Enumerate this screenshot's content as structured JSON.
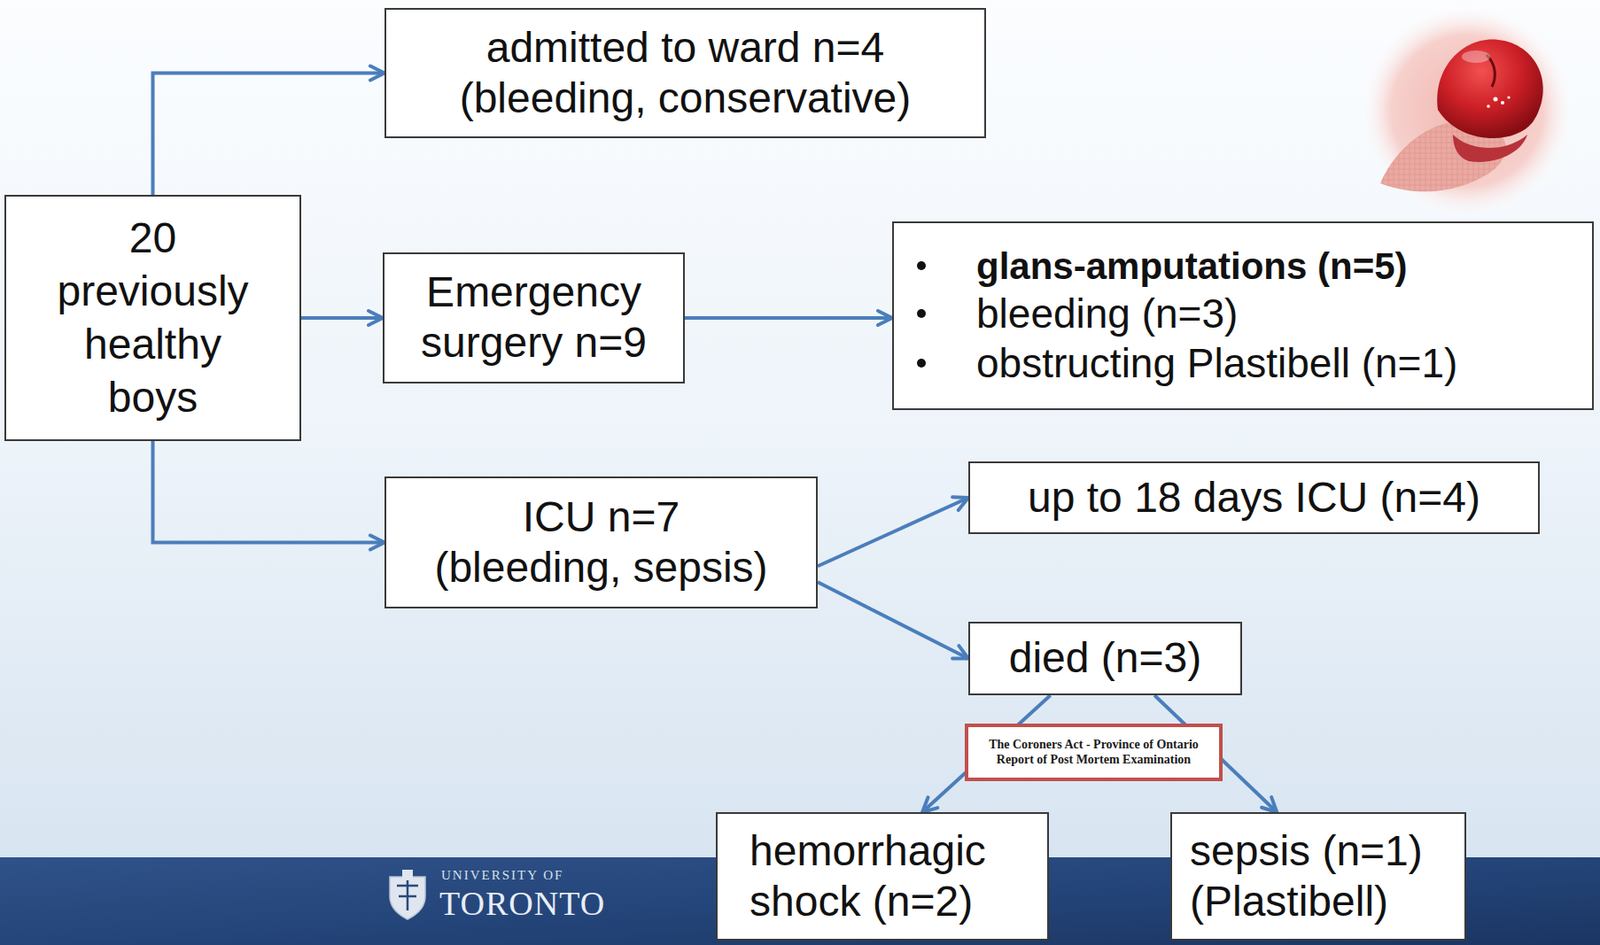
{
  "diagram": {
    "nodes": [
      {
        "text": [
          "20 previously healthy boys"
        ]
      },
      {
        "text": [
          "admitted to ward n=4 (bleeding, conservative)"
        ]
      },
      {
        "text": [
          "Emergency surgery n=9"
        ]
      },
      {
        "text": [
          "glans-amputations (n=5)",
          "bleeding (n=3)",
          "obstructing Plastibell (n=1)"
        ]
      },
      {
        "text": [
          "ICU n=7 (bleeding, sepsis)"
        ]
      },
      {
        "text": [
          "up to 18 days ICU (n=4)"
        ]
      },
      {
        "text": [
          "died (n=3)"
        ]
      },
      {
        "text": [
          "The Coroners Act - Province of Ontario Report of Post Mortem Examination"
        ]
      },
      {
        "text": [
          "hemorrhagic shock (n=2)"
        ]
      },
      {
        "text": [
          "sepsis (n=1) (Plastibell)"
        ]
      }
    ],
    "edges": [
      {
        "from": 0,
        "to": 1,
        "arrow": "to"
      },
      {
        "from": 0,
        "to": 2,
        "arrow": "to"
      },
      {
        "from": 0,
        "to": 4,
        "arrow": "to"
      },
      {
        "from": 2,
        "to": 3,
        "arrow": "to"
      },
      {
        "from": 4,
        "to": 5,
        "arrow": "to"
      },
      {
        "from": 4,
        "to": 6,
        "arrow": "to"
      },
      {
        "from": 6,
        "to": 8,
        "arrow": "to"
      },
      {
        "from": 6,
        "to": 9,
        "arrow": "to"
      }
    ],
    "labels": [
      "UNIVERSITY OF",
      "TORONTO"
    ]
  }
}
